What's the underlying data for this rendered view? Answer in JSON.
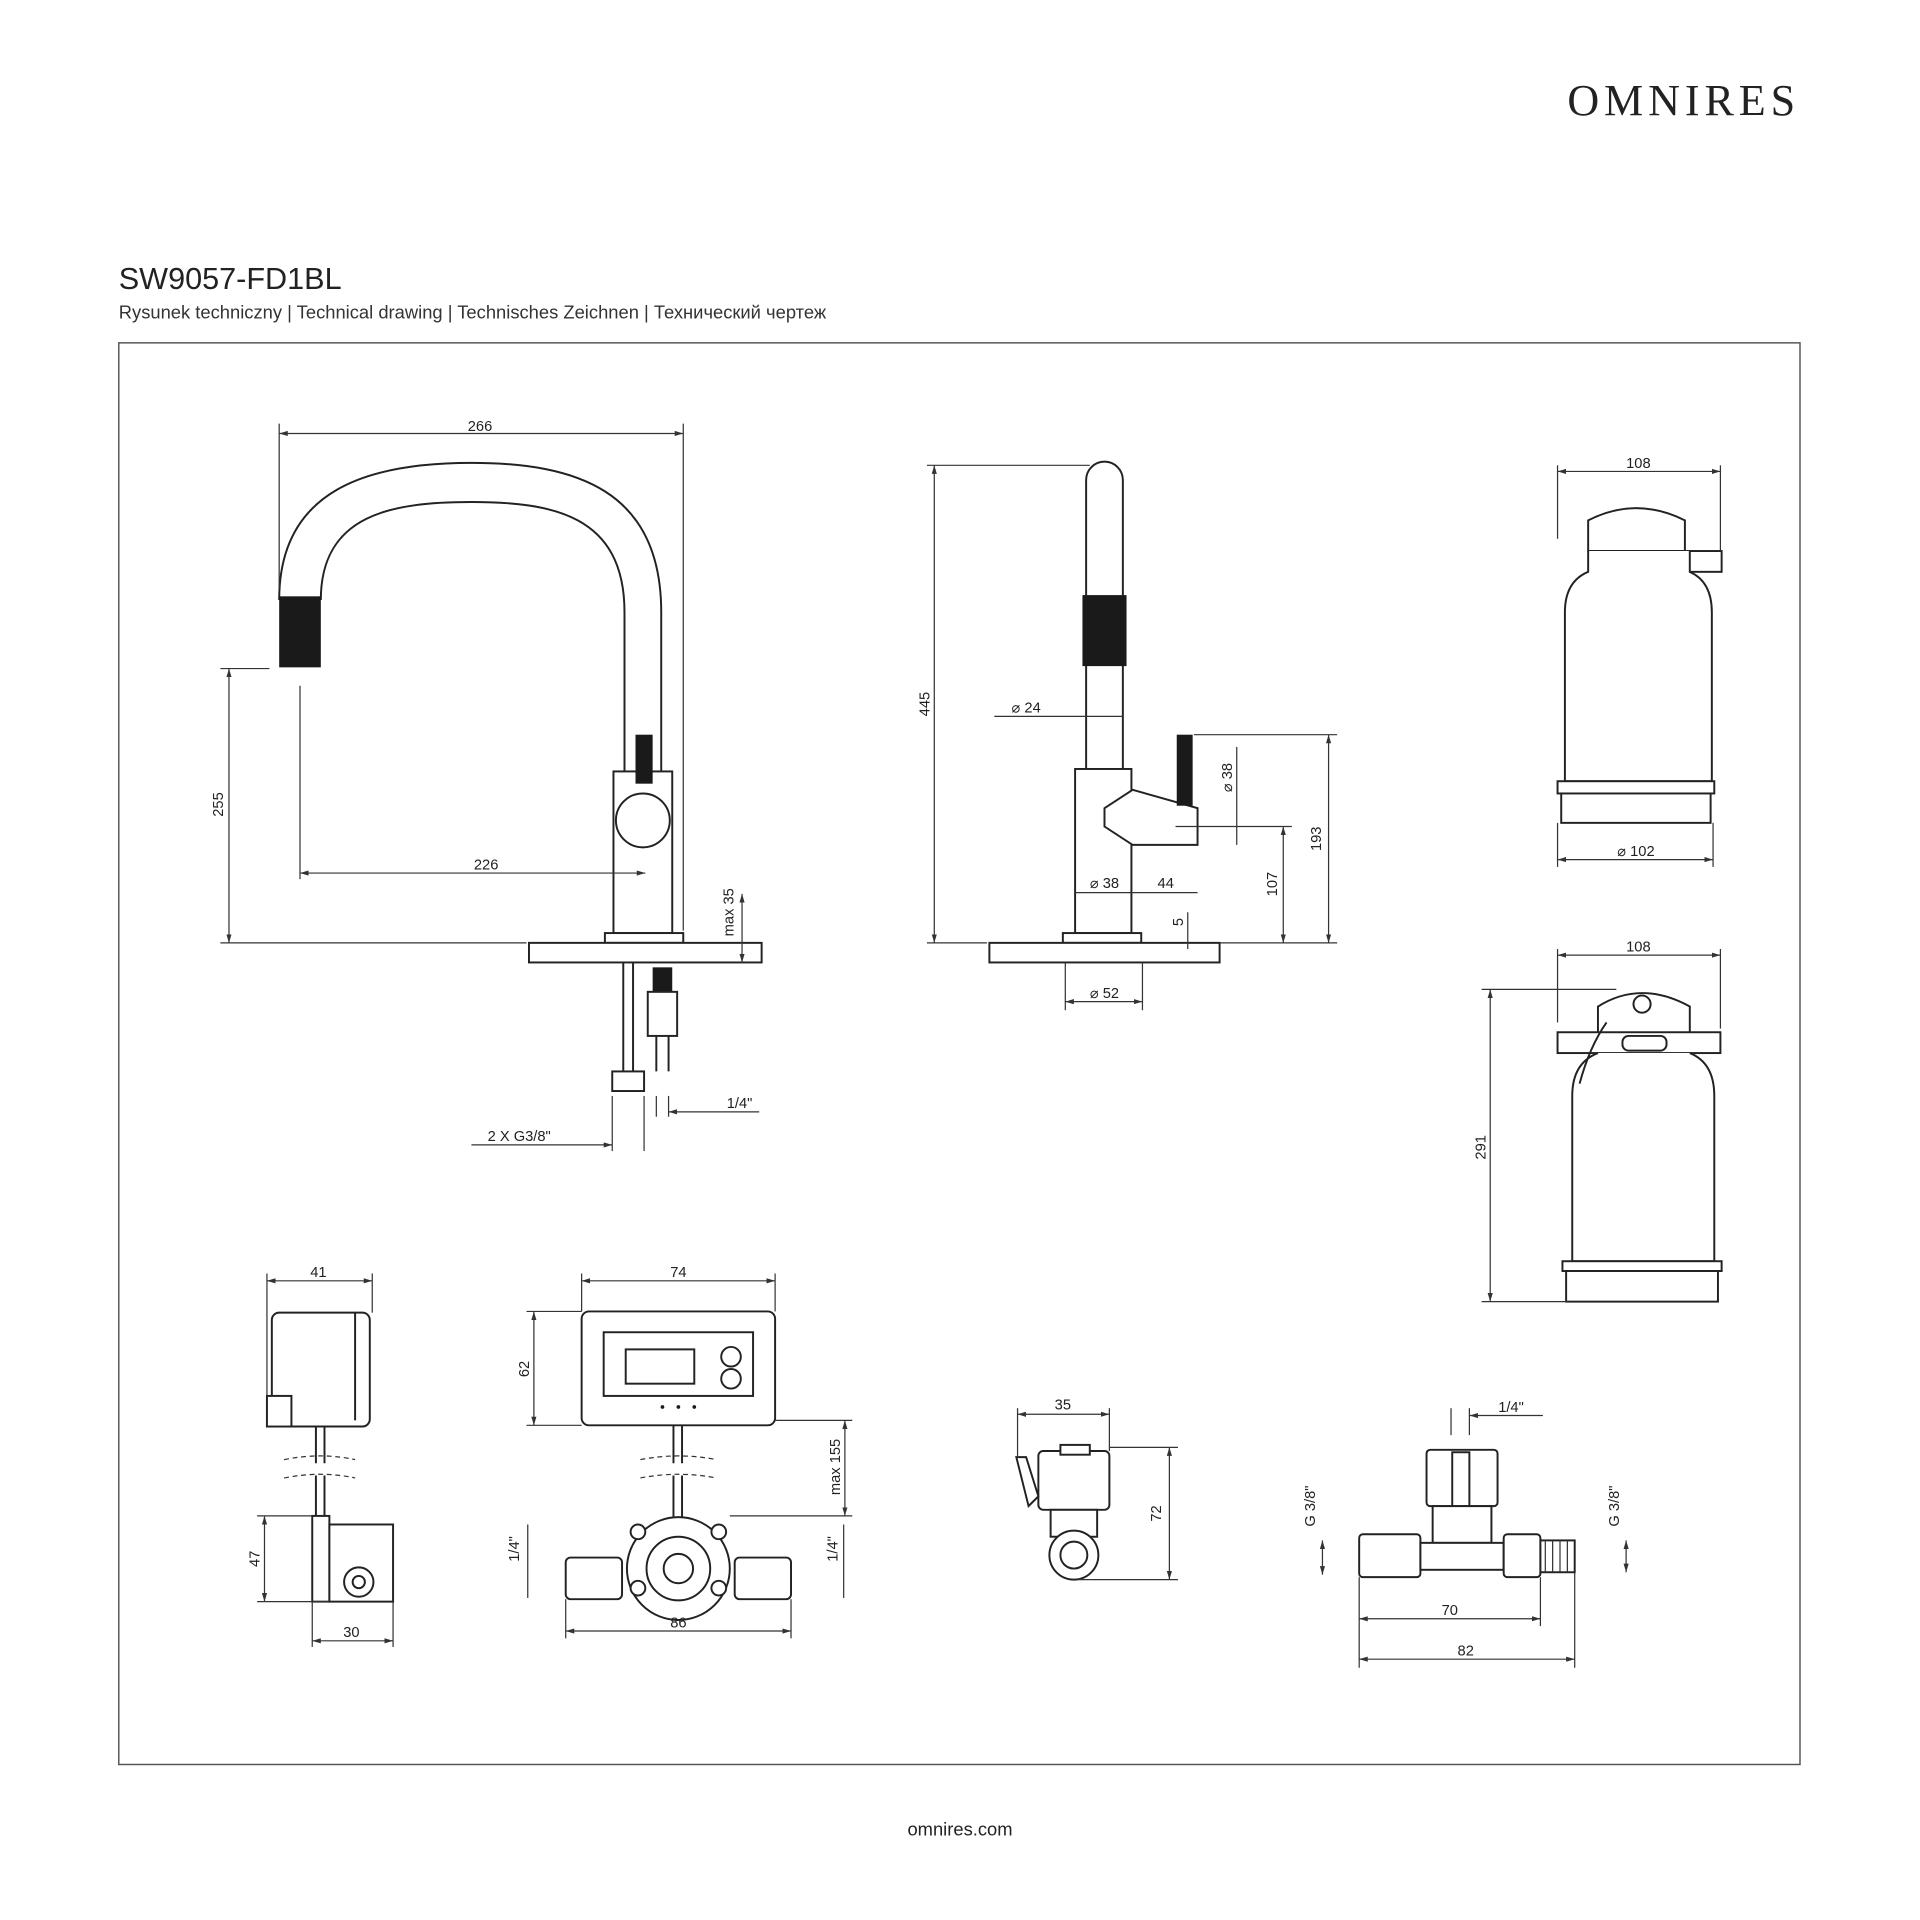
{
  "brand": "OMNIRES",
  "product_code": "SW9057-FD1BL",
  "subtitle": "Rysunek techniczny | Technical drawing | Technisches Zeichnen | Технический чертеж",
  "footer": "omnires.com",
  "faucet_front": {
    "width": "266",
    "spout_height": "255",
    "reach": "226",
    "max_deck": "max 35",
    "connection_quarter": "1/4\"",
    "connections": "2 X G3/8\""
  },
  "faucet_side": {
    "height": "445",
    "spout_dia": "⌀ 24",
    "handle_dia": "⌀ 38",
    "handle_height": "193",
    "body_height": "107",
    "body_dia": "⌀ 38",
    "handle_offset": "44",
    "base_thickness": "5",
    "base_dia": "⌀ 52"
  },
  "filter_top": {
    "width": "108",
    "bottom_dia": "⌀ 102"
  },
  "filter_front": {
    "width": "108",
    "height": "291"
  },
  "sensor_side": {
    "width": "41",
    "valve_height": "47",
    "valve_width": "30"
  },
  "sensor_front": {
    "width": "74",
    "height": "62",
    "cable": "max 155",
    "left_thread": "1/4\"",
    "right_thread": "1/4\"",
    "valve_width": "86"
  },
  "tap_valve": {
    "width": "35",
    "height": "72"
  },
  "tee": {
    "top_thread": "1/4\"",
    "left_thread": "G 3/8\"",
    "right_thread": "G 3/8\"",
    "inner_width": "70",
    "total_width": "82"
  }
}
